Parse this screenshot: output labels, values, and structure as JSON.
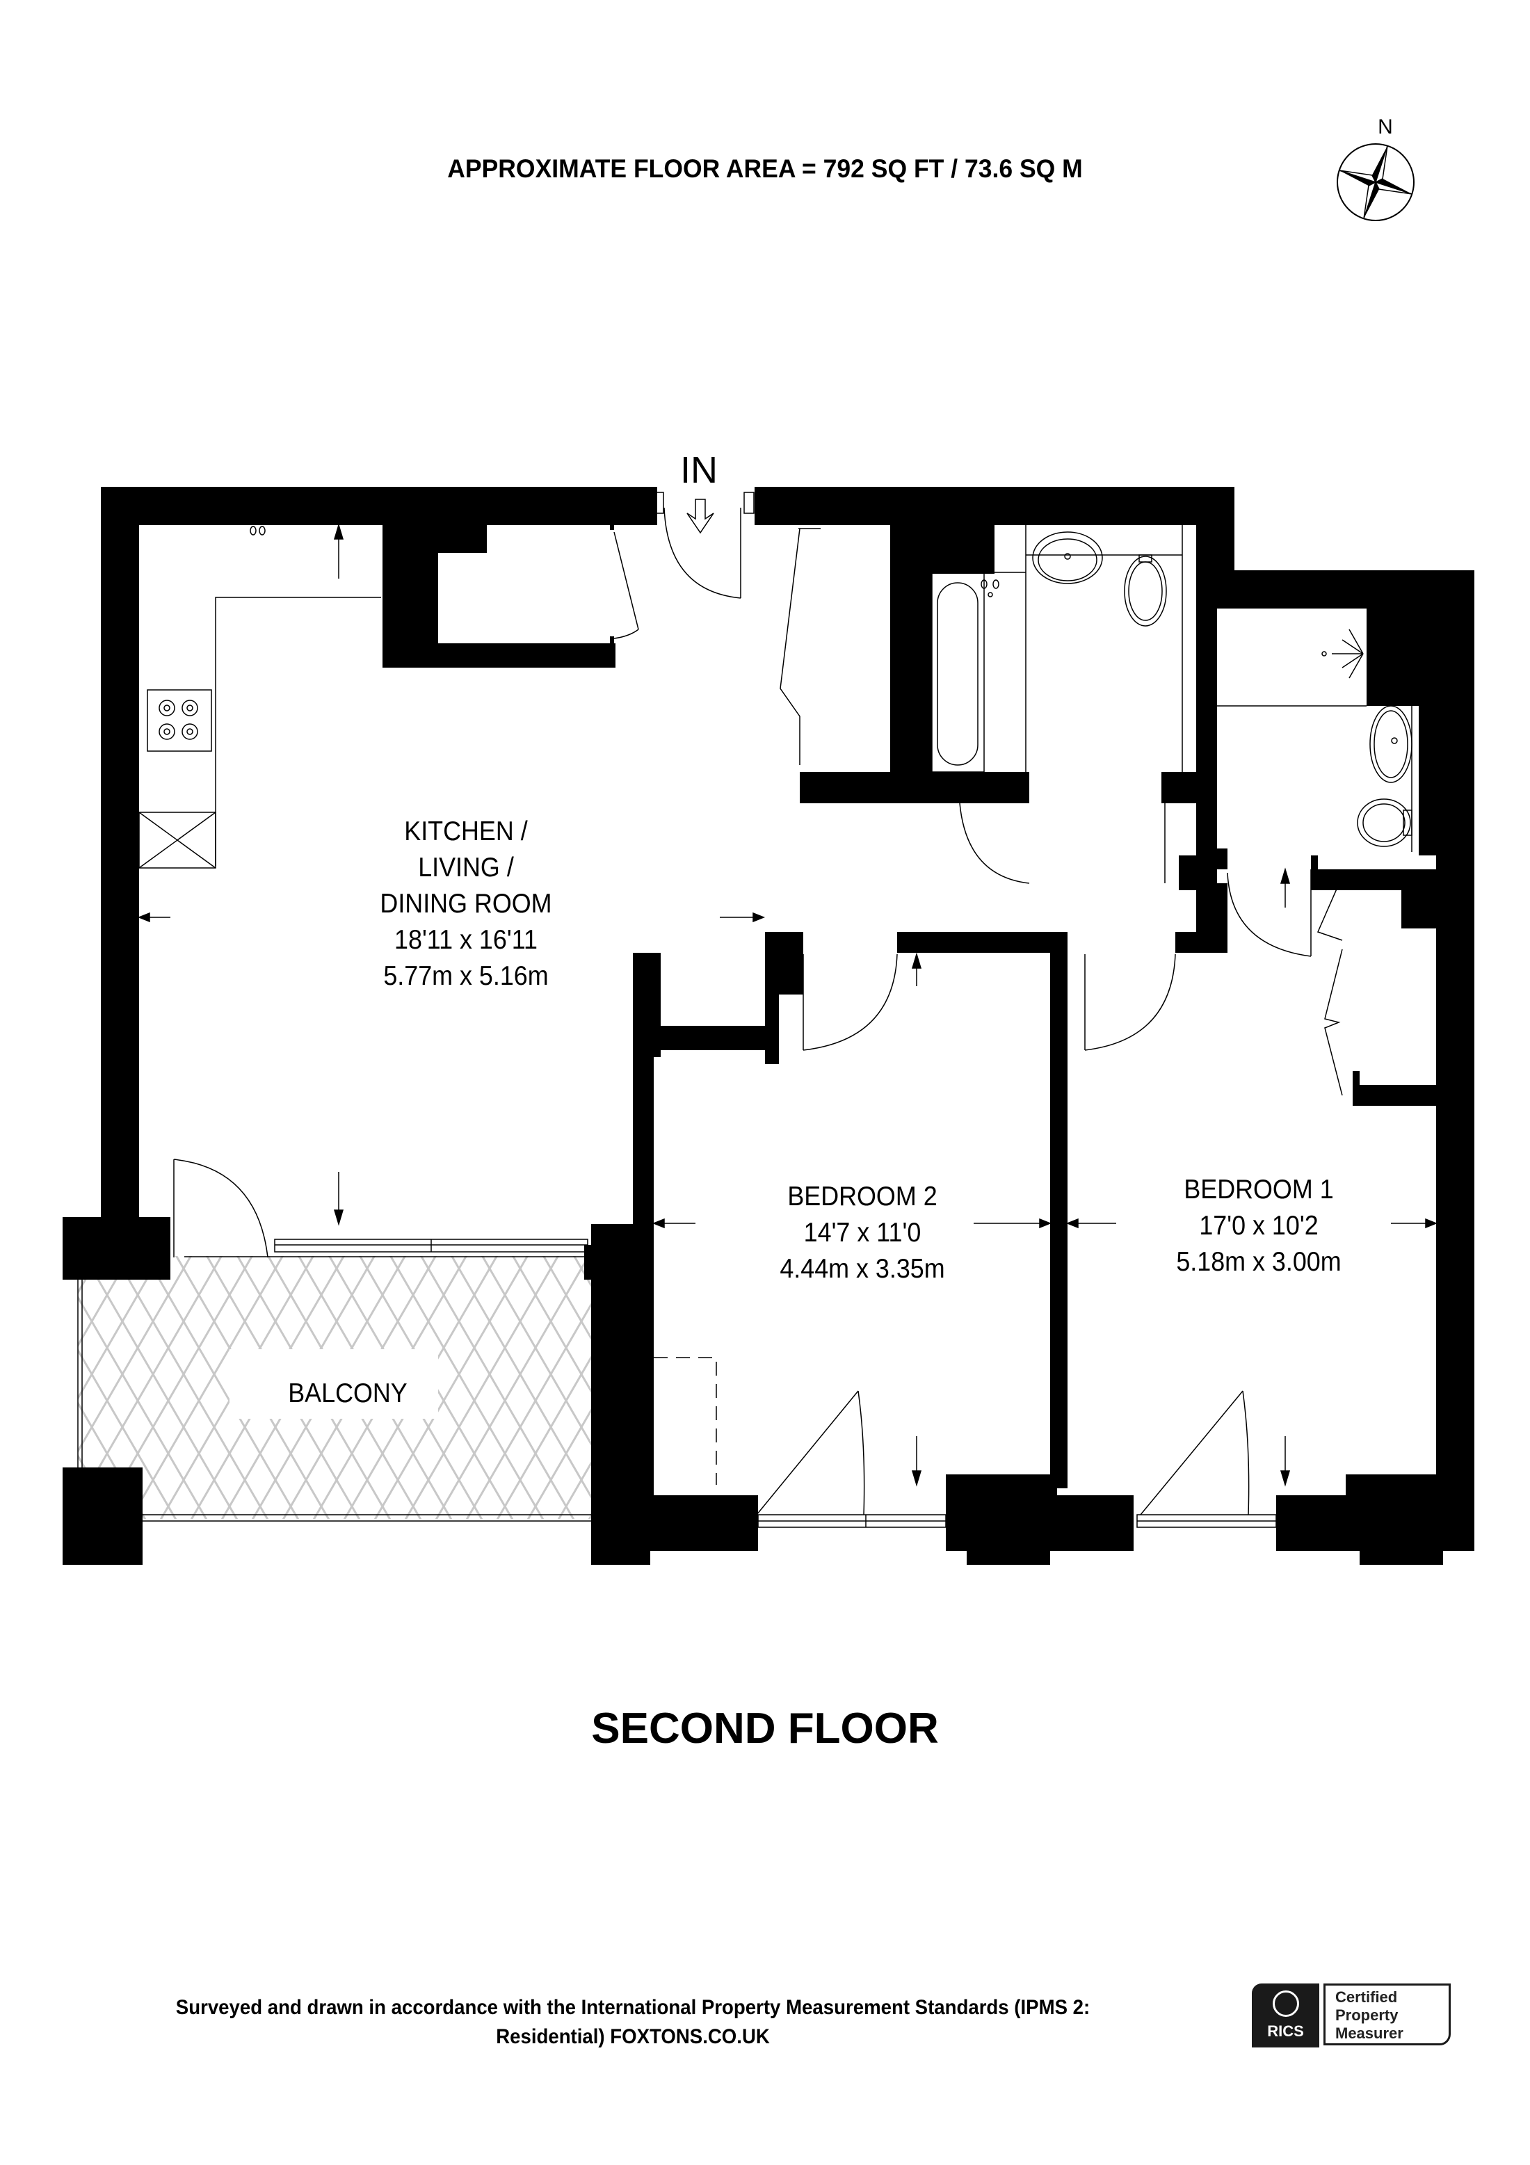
{
  "header": {
    "area_text": "APPROXIMATE FLOOR AREA = 792 SQ FT / 73.6 SQ M",
    "compass_label": "N"
  },
  "plan": {
    "entrance_label": "IN",
    "rooms": [
      {
        "id": "kitchen-living-dining",
        "name_lines": [
          "KITCHEN /",
          "LIVING /",
          "DINING ROOM"
        ],
        "imperial": "18'11 x 16'11",
        "metric": "5.77m x 5.16m"
      },
      {
        "id": "bedroom-2",
        "name_lines": [
          "BEDROOM 2"
        ],
        "imperial": "14'7 x 11'0",
        "metric": "4.44m x 3.35m"
      },
      {
        "id": "bedroom-1",
        "name_lines": [
          "BEDROOM 1"
        ],
        "imperial": "17'0 x 10'2",
        "metric": "5.18m x 3.00m"
      },
      {
        "id": "balcony",
        "name_lines": [
          "BALCONY"
        ]
      }
    ],
    "colors": {
      "wall": "#000000",
      "line": "#000000",
      "hatch": "#c8c8c8",
      "background": "#ffffff"
    }
  },
  "floor_name": "SECOND FLOOR",
  "footer": {
    "line1": "Surveyed and drawn in accordance with the International Property Measurement Standards (IPMS 2:",
    "line2": "Residential) FOXTONS.CO.UK"
  },
  "badge": {
    "org": "RICS",
    "line1": "Certified",
    "line2": "Property",
    "line3": "Measurer"
  }
}
